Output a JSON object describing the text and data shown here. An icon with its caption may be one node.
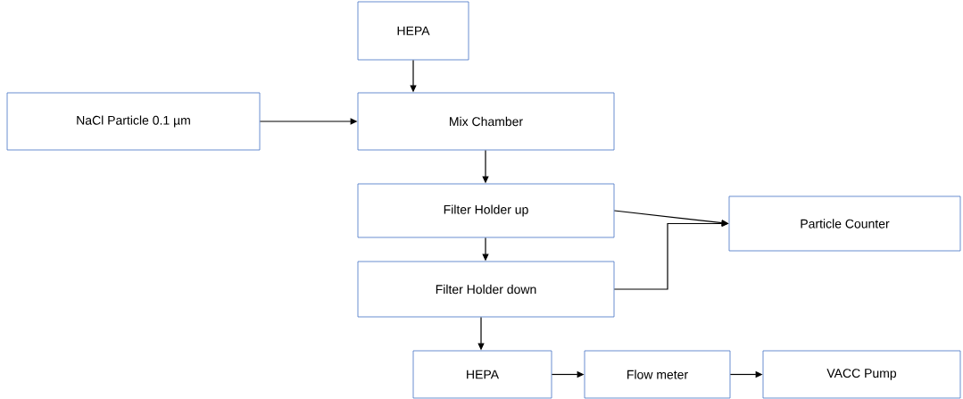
{
  "diagram": {
    "nodes": [
      {
        "text": [
          "HEPA"
        ]
      },
      {
        "text": [
          "NaCl Particle 0.1 µm"
        ]
      },
      {
        "text": [
          "Mix Chamber"
        ]
      },
      {
        "text": [
          "Filter Holder up"
        ]
      },
      {
        "text": [
          "Filter Holder down"
        ]
      },
      {
        "text": [
          "Particle Counter"
        ]
      },
      {
        "text": [
          "HEPA"
        ]
      },
      {
        "text": [
          "Flow meter"
        ]
      },
      {
        "text": [
          "VACC Pump"
        ]
      }
    ],
    "edges": [
      {
        "from": 0,
        "to": 2,
        "arrow": "to"
      },
      {
        "from": 1,
        "to": 2,
        "arrow": "to"
      },
      {
        "from": 2,
        "to": 3,
        "arrow": "to"
      },
      {
        "from": 3,
        "to": 4,
        "arrow": "to"
      },
      {
        "from": 3,
        "to": 5,
        "arrow": "to"
      },
      {
        "from": 4,
        "to": 5,
        "arrow": "to"
      },
      {
        "from": 4,
        "to": 6,
        "arrow": "to"
      },
      {
        "from": 6,
        "to": 7,
        "arrow": "to"
      },
      {
        "from": 7,
        "to": 8,
        "arrow": "to"
      }
    ]
  }
}
